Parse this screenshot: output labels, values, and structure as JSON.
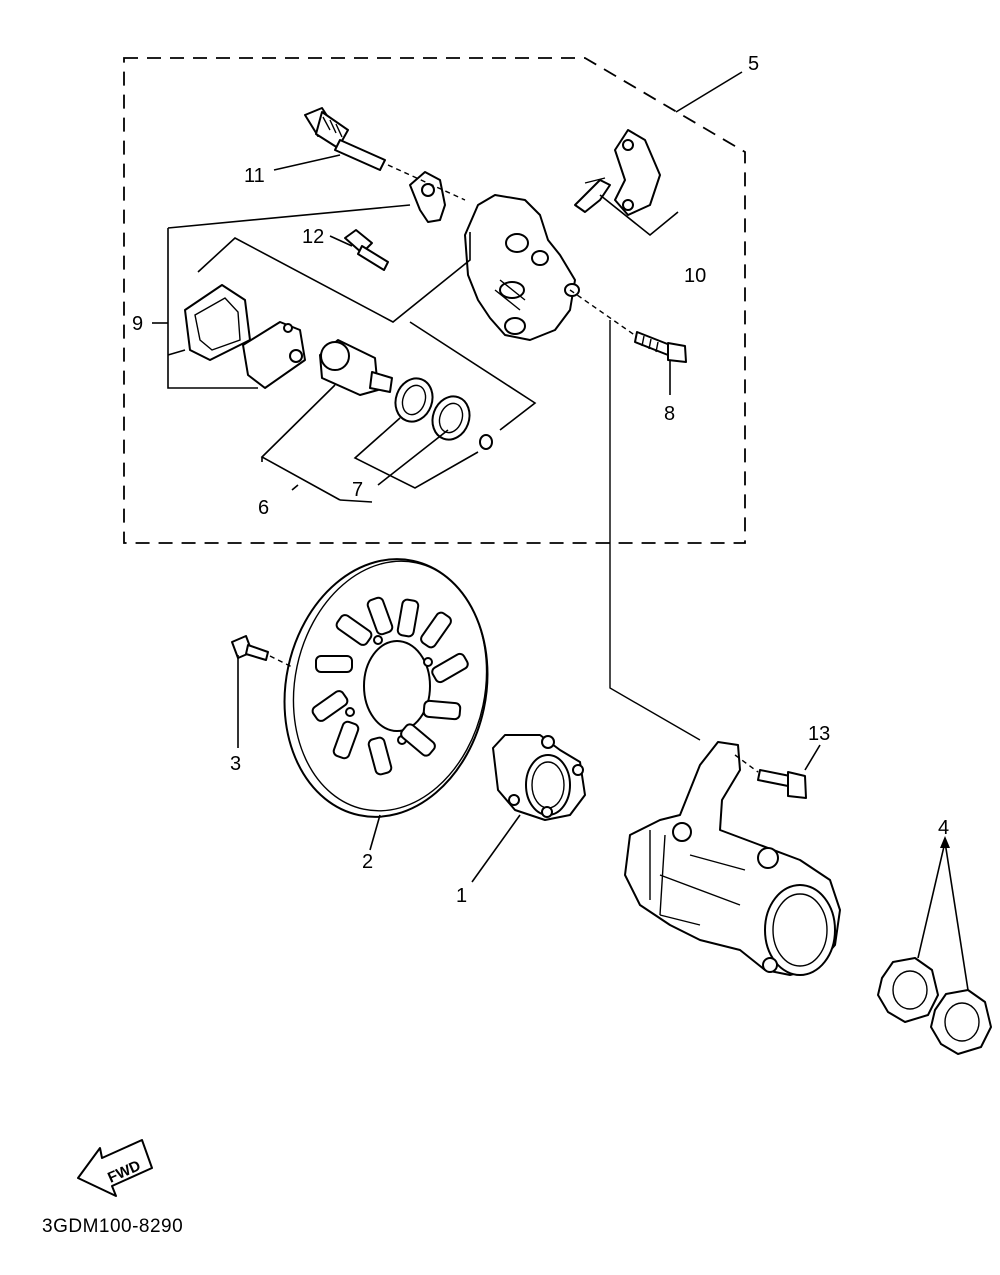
{
  "callouts": {
    "c1": "1",
    "c2": "2",
    "c3": "3",
    "c4": "4",
    "c5": "5",
    "c6": "6",
    "c7": "7",
    "c8": "8",
    "c9": "9",
    "c10": "10",
    "c11": "11",
    "c12": "12",
    "c13": "13"
  },
  "direction_label": "FWD",
  "drawing_code": "3GDM100-8290"
}
